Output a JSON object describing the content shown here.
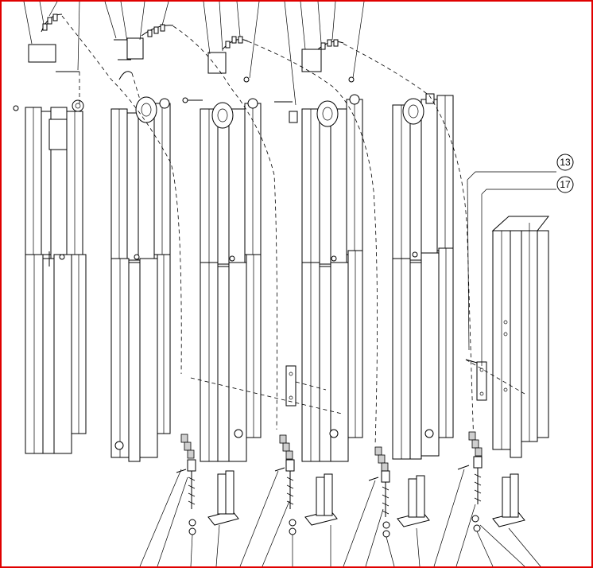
{
  "diagram": {
    "border_color": "#e00000",
    "callouts": [
      {
        "id": "callout-13",
        "label": "13"
      },
      {
        "id": "callout-17",
        "label": "17"
      }
    ]
  }
}
